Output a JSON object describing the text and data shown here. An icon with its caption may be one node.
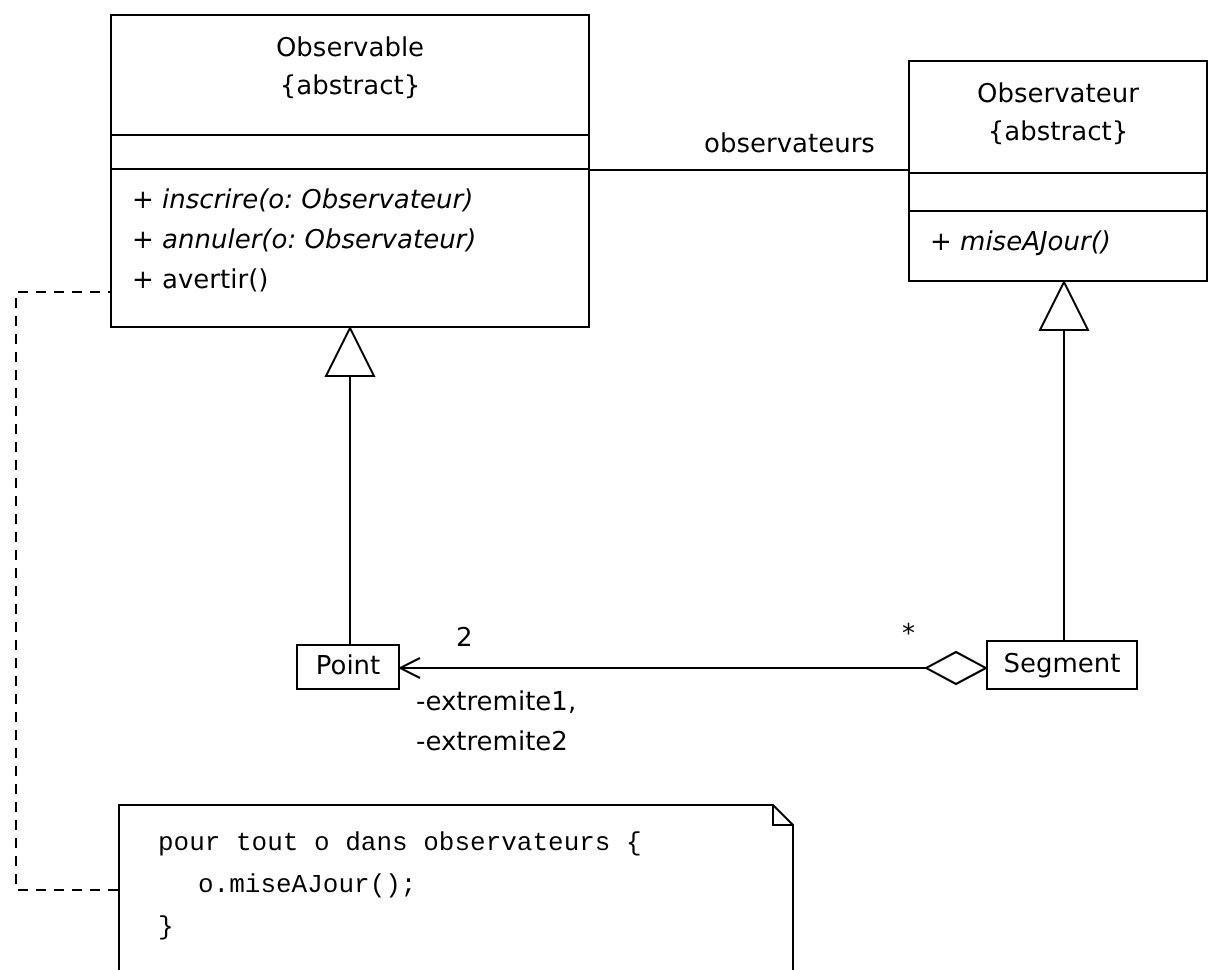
{
  "diagram": {
    "nodes": [
      {
        "text": [
          "Observable",
          "{abstract}",
          "+ *inscrire(o: Observateur)*",
          "+ *annuler(o: Observateur)*",
          "+ avertir()"
        ]
      },
      {
        "text": [
          "Observateur",
          "{abstract}",
          "+ *miseAJour()*"
        ]
      },
      {
        "text": [
          "Point"
        ]
      },
      {
        "text": [
          "Segment"
        ]
      },
      {
        "text": [
          "pour tout o dans observateurs {",
          "o.miseAJour();",
          "}"
        ]
      }
    ],
    "edges": [
      {
        "from": 0,
        "to": 1,
        "arrow": "none",
        "label": "observateurs"
      },
      {
        "from": 2,
        "to": 0,
        "arrow": "to"
      },
      {
        "from": 3,
        "to": 1,
        "arrow": "to"
      },
      {
        "from": 3,
        "to": 2,
        "arrow": "to",
        "label": "-extremite1, -extremite2"
      },
      {
        "from": 4,
        "to": 0,
        "arrow": "none",
        "style": "dashed"
      }
    ],
    "labels": [
      "2",
      "*"
    ]
  }
}
